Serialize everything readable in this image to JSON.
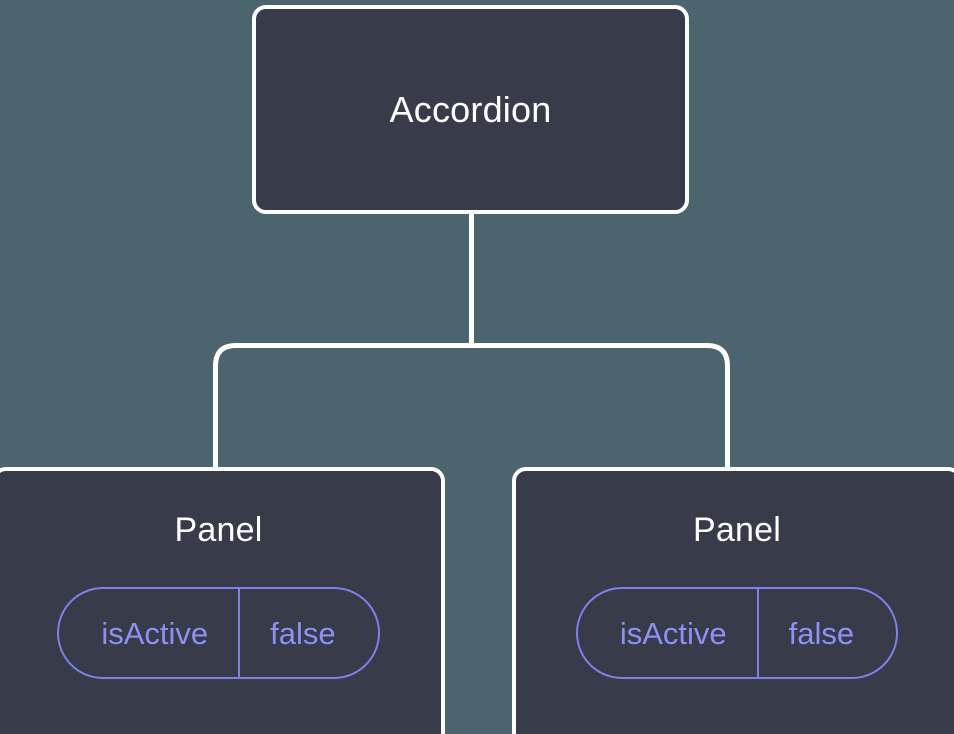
{
  "diagram": {
    "type": "component-tree",
    "background_color": "#4c646e",
    "node_fill_color": "#373b4a",
    "node_border_color": "#ffffff",
    "connector_color": "#ffffff",
    "badge_color": "#8e90f2",
    "root": {
      "title": "Accordion"
    },
    "children": [
      {
        "title": "Panel",
        "props": [
          {
            "key": "isActive",
            "value": "false"
          }
        ]
      },
      {
        "title": "Panel",
        "props": [
          {
            "key": "isActive",
            "value": "false"
          }
        ]
      }
    ]
  }
}
